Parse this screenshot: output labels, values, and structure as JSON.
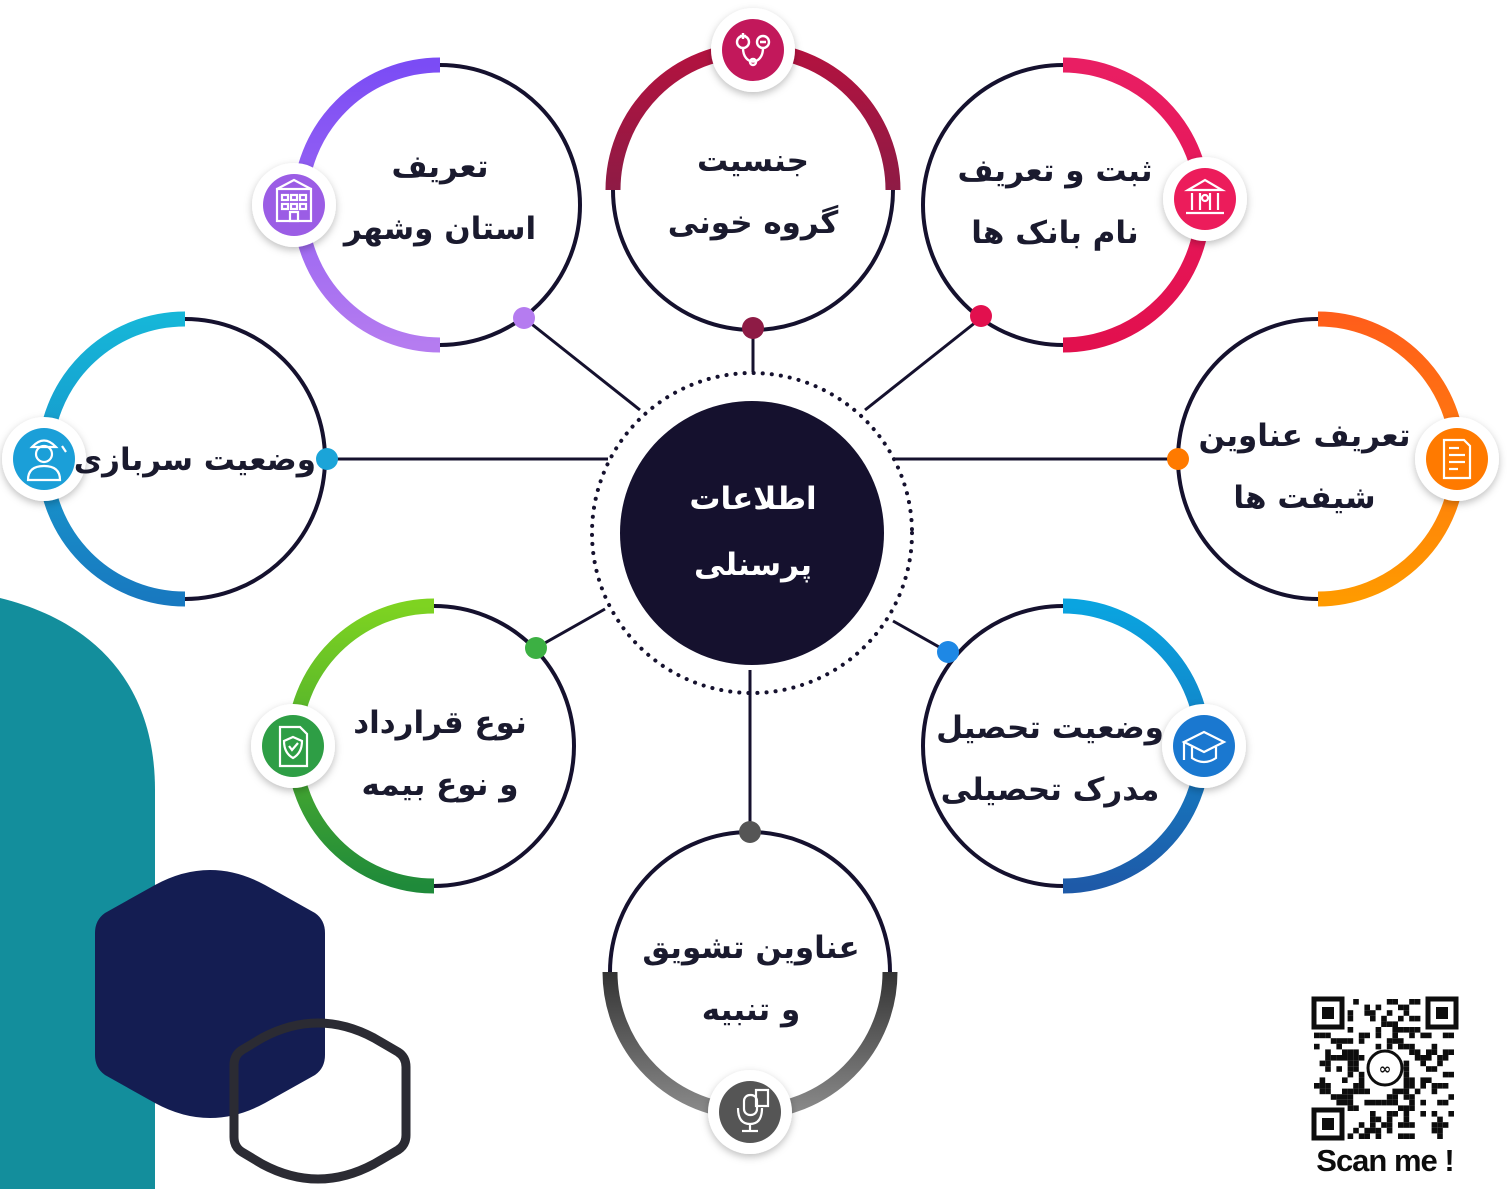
{
  "center": {
    "line1": "اطلاعات",
    "line2": "پرسنلی"
  },
  "nodes": [
    {
      "id": "province-city",
      "line1": "تعریف",
      "line2": "استان وشهر",
      "icon": "building-icon",
      "color": "#9b5de5"
    },
    {
      "id": "gender-blood",
      "line1": "جنسیت",
      "line2": "گروه خونی",
      "icon": "stethoscope-icon",
      "color": "#c2185b"
    },
    {
      "id": "bank-names",
      "line1": "ثبت و تعریف",
      "line2": "نام بانک ها",
      "icon": "bank-icon",
      "color": "#ec1c5b"
    },
    {
      "id": "shift-titles",
      "line1": "تعریف عناوین",
      "line2": "شیفت ها",
      "icon": "document-icon",
      "color": "#ff7a00"
    },
    {
      "id": "education",
      "line1": "وضعیت تحصیل",
      "line2": "مدرک تحصیلی",
      "icon": "graduation-cap-icon",
      "color": "#1e88e5"
    },
    {
      "id": "reward-punishment",
      "line1": "عناوین تشویق",
      "line2": "و تنبیه",
      "icon": "microphone-icon",
      "color": "#555555"
    },
    {
      "id": "contract-insurance",
      "line1": "نوع قرارداد",
      "line2": "و نوع بیمه",
      "icon": "shield-document-icon",
      "color": "#3cb043"
    },
    {
      "id": "military-service",
      "line1": "وضعیت سربازی",
      "line2": "",
      "icon": "soldier-icon",
      "color": "#1ba4d8"
    }
  ],
  "qr": {
    "caption": "Scan me !"
  }
}
